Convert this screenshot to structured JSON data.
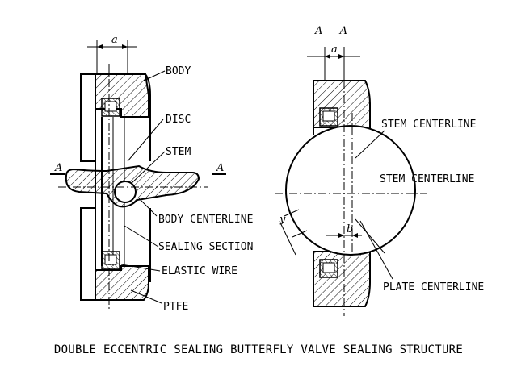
{
  "left_view": {
    "dimension_a": "a",
    "section_mark_left": "A",
    "section_mark_right": "A",
    "labels": {
      "body": "BODY",
      "disc": "DISC",
      "stem": "STEM",
      "body_centerline": "BODY CENTERLINE",
      "sealing_section": "SEALING SECTION",
      "elastic_wire": "ELASTIC WIRE",
      "ptfe": "PTFE"
    }
  },
  "right_view": {
    "section_title": "A — A",
    "dimension_a": "a",
    "dimension_b": "b",
    "dimension_y": "y",
    "labels": {
      "stem_centerline_upper": "STEM CENTERLINE",
      "stem_centerline_lower": "STEM CENTERLINE",
      "plate_centerline": "PLATE CENTERLINE"
    }
  },
  "caption": "DOUBLE ECCENTRIC SEALING BUTTERFLY VALVE SEALING STRUCTURE"
}
